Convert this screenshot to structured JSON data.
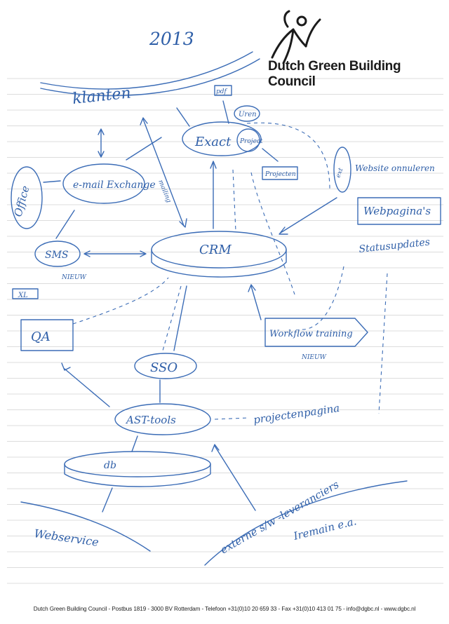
{
  "header": {
    "year": "2013",
    "logo_brand": "Dutch Green Building Council"
  },
  "nodes": {
    "klanten": "klanten",
    "exact": "Exact",
    "pdf": "pdf",
    "uren": "Uren",
    "project_circle": "Project",
    "projecten_box": "Projecten",
    "email_exchange": "e-mail Exchange",
    "office": "Office",
    "webpaginas": "Webpagina's",
    "website_onnuleren": "Website onnuleren",
    "statusupdates": "Statusupdates",
    "sms": "SMS",
    "sms_nieuw": "NIEUW",
    "crm": "CRM",
    "xl": "XL",
    "qa": "QA",
    "workflow": "Workflow training",
    "workflow_nieuw": "NIEUW",
    "sso": "SSO",
    "ast_tools": "AST-tools",
    "projectenpagina": "projectenpagina",
    "db": "db",
    "webservice": "Webservice",
    "externe": "externe s/w -leveranciers",
    "iremain": "Iremain e.a.",
    "mailing": "mailing",
    "ext_tag": "ext"
  },
  "footer": {
    "text": "Dutch Green Building Council - Postbus 1819 - 3000 BV Rotterdam - Telefoon +31(0)10 20 659 33 - Fax +31(0)10 413 01 75 - info@dgbc.nl - www.dgbc.nl"
  },
  "colors": {
    "ink": "#3b6cb6",
    "ruling": "#dcdcdc",
    "paper": "#ffffff"
  }
}
